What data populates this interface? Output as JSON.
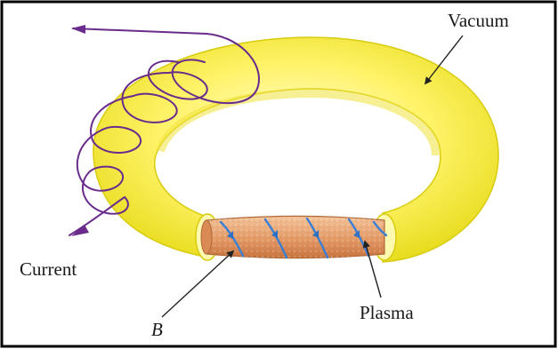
{
  "labels": {
    "vacuum": "Vacuum",
    "current": "Current",
    "plasma": "Plasma",
    "b_field": "B"
  },
  "colors": {
    "torus": "#f6f03a",
    "torus_highlight": "#fffbc9",
    "plasma": "#e8a87a",
    "field_lines": "#3a7fd6",
    "current_coil": "#6a2c8c",
    "border": "#000000"
  },
  "icons": {
    "current_arrow": "arrowhead",
    "field_arrow": "arrowhead"
  }
}
